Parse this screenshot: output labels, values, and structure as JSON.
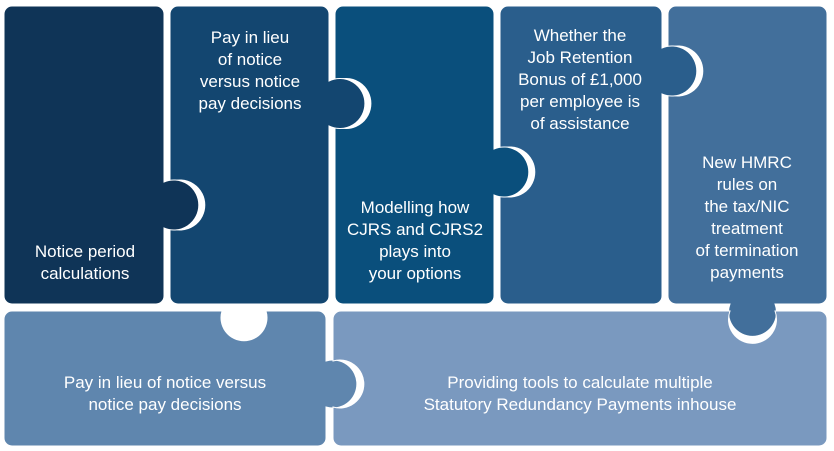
{
  "colors": {
    "navy": "#0f3457",
    "dark_blue": "#134670",
    "teal_blue": "#0a4f7c",
    "steel_blue": "#2a5e8c",
    "slate_blue": "#426f9b",
    "light_slate": "#5f86ae",
    "pale_blue": "#7a99bf",
    "text": "#ffffff"
  },
  "pieces": [
    {
      "id": "notice-period",
      "lines": [
        "Notice period",
        "calculations"
      ]
    },
    {
      "id": "pilon-top",
      "lines": [
        "Pay in lieu",
        "of notice",
        "versus notice",
        "pay decisions"
      ]
    },
    {
      "id": "modelling-cjrs",
      "lines": [
        "Modelling how",
        "CJRS and CJRS2",
        "plays into",
        "your options"
      ]
    },
    {
      "id": "retention-bonus",
      "lines": [
        "Whether the",
        "Job Retention",
        "Bonus of £1,000",
        "per employee is",
        "of assistance"
      ]
    },
    {
      "id": "hmrc-rules",
      "lines": [
        "New HMRC",
        "rules on",
        "the tax/NIC",
        "treatment",
        "of termination",
        "payments"
      ]
    },
    {
      "id": "pilon-bottom",
      "lines": [
        "Pay in lieu of notice versus",
        "notice pay decisions"
      ]
    },
    {
      "id": "redundancy-tools",
      "lines": [
        "Providing tools to calculate multiple",
        "Statutory Redundancy Payments inhouse"
      ]
    }
  ]
}
